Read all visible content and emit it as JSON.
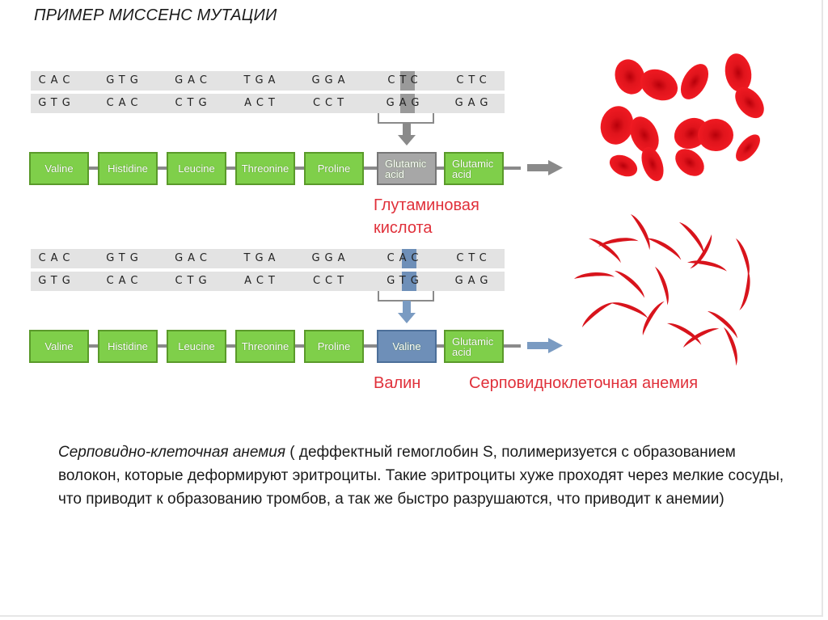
{
  "title": "ПРИМЕР МИССЕНС МУТАЦИИ",
  "normal": {
    "dna_top": [
      "CAC",
      "GTG",
      "GAC",
      "TGA",
      "GGA",
      "CTC",
      "CTC"
    ],
    "dna_bottom": [
      "GTG",
      "CAC",
      "CTG",
      "ACT",
      "CCT",
      "GAG",
      "GAG"
    ],
    "proteins": [
      "Valine",
      "Histidine",
      "Leucine",
      "Threonine",
      "Proline",
      "Glutamic acid",
      "Glutamic acid"
    ],
    "label": "Глутаминовая кислота"
  },
  "mutant": {
    "dna_top": [
      "CAC",
      "GTG",
      "GAC",
      "TGA",
      "GGA",
      "CAC",
      "CTC"
    ],
    "dna_bottom": [
      "GTG",
      "CAC",
      "CTG",
      "ACT",
      "CCT",
      "GTG",
      "GAG"
    ],
    "proteins": [
      "Valine",
      "Histidine",
      "Leucine",
      "Threonine",
      "Proline",
      "Valine",
      "Glutamic acid"
    ],
    "label_left": "Валин",
    "label_right": "Серповидноклеточная анемия"
  },
  "paragraph": {
    "italic": "Серповидно-клеточная анемия",
    "rest": " ( деффектный гемоглобин S, полимеризуется с образованием волокон, которые деформируют эритроциты. Такие эритроциты хуже проходят через мелкие сосуды, что приводит к образованию тромбов, а так же быстро разрушаются, что приводит к анемии)"
  },
  "colors": {
    "amino_green": "#7fcf4a",
    "highlight_grey": "#9a9a9a",
    "highlight_blue": "#6e8fb8",
    "label_red": "#e0303a",
    "cell_red": "#e0141c"
  }
}
